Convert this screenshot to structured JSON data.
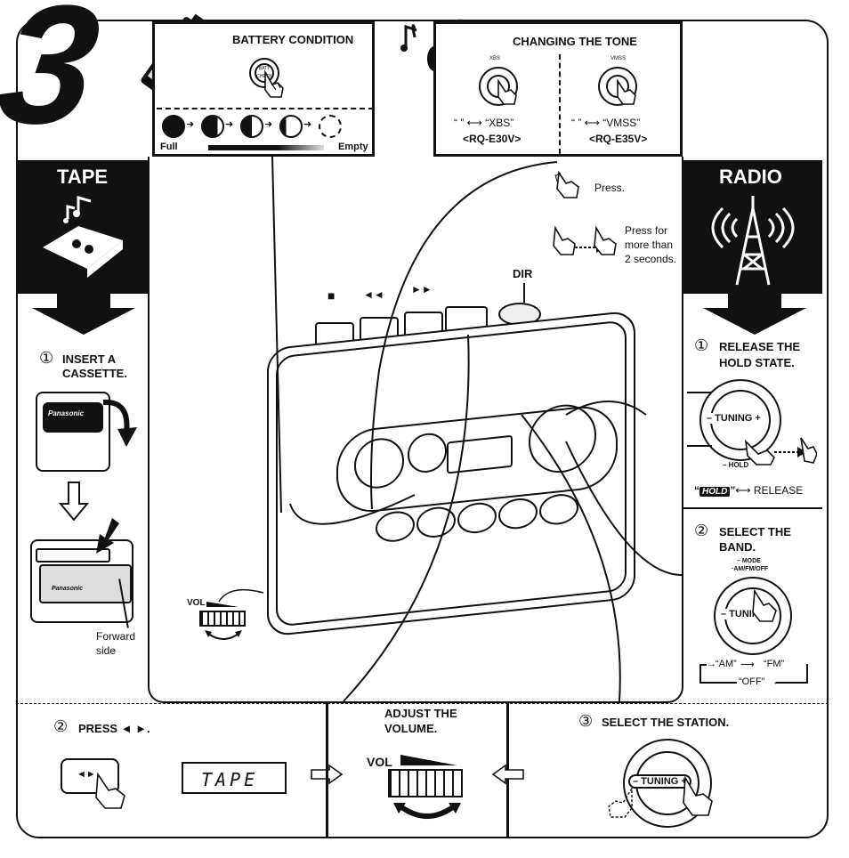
{
  "step_number": "3",
  "battery": {
    "title": "BATTERY CONDITION",
    "button_label": "BATT CHECK",
    "level_label": "BATT",
    "full_label": "Full",
    "empty_label": "Empty"
  },
  "tone": {
    "title": "CHANGING THE TONE",
    "left_label": "XBS",
    "right_label": "VMSS",
    "left_text": "“       ” ⟷ “XBS”",
    "right_text": "“       ” ⟷ “VMSS”",
    "left_model": "<RQ-E30V>",
    "right_model": "<RQ-E35V>"
  },
  "tape": {
    "title": "TAPE",
    "step1_number": "①",
    "step1_text_line1": "INSERT A",
    "step1_text_line2": "CASSETTE.",
    "brand": "Panasonic",
    "forward_line1": "Forward",
    "forward_line2": "side",
    "step2_number": "②",
    "step2_text": "PRESS ◄ ►.",
    "display_text": "TAPE"
  },
  "radio": {
    "title": "RADIO",
    "step1_number": "①",
    "step1_text_line1": "RELEASE THE",
    "step1_text_line2": "HOLD STATE.",
    "tuning_label": "– TUNING +",
    "hold_label": "– HOLD",
    "hold_badge": "HOLD",
    "release_text": "⟷ RELEASE",
    "step2_number": "②",
    "step2_text_line1": "SELECT THE",
    "step2_text_line2": "BAND.",
    "mode_label_line1": "– MODE",
    "mode_label_line2": "·AM/FM/OFF",
    "tuning_short": "– TUNIN",
    "band_am": "“AM”",
    "band_fm": "“FM”",
    "band_off": "“OFF”",
    "step3_number": "③",
    "step3_text": "SELECT THE STATION."
  },
  "legend": {
    "press_text": "Press.",
    "hold_line1": "Press for",
    "hold_line2": "more than",
    "hold_line3": "2 seconds."
  },
  "player": {
    "stop_symbol": "■",
    "rewind_symbol": "◄◄",
    "ff_symbol": "►►",
    "dir_label": "DIR",
    "vol_label": "VOL"
  },
  "volume": {
    "title_line1": "ADJUST THE",
    "title_line2": "VOLUME.",
    "vol_label": "VOL"
  }
}
